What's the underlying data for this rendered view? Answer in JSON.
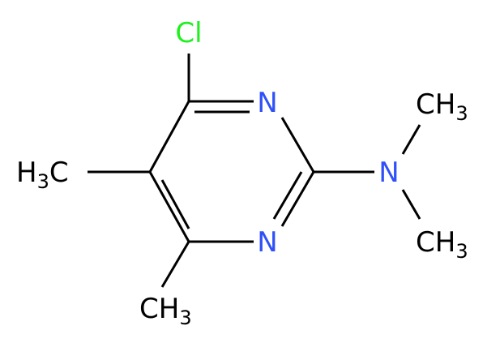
{
  "molecule": {
    "atoms": {
      "cl": "Cl",
      "n_top": "N",
      "n_bottom": "N",
      "n_amine": "N",
      "ch3_right_top_main": "CH",
      "ch3_right_top_sub": "3",
      "ch3_right_bottom_main": "CH",
      "ch3_right_bottom_sub": "3",
      "h3c_left_main": "H",
      "h3c_left_sub": "3",
      "h3c_left_tail": "C",
      "ch3_bottom_main": "CH",
      "ch3_bottom_sub": "3"
    },
    "colors": {
      "bond": "#000000",
      "carbon": "#000000",
      "nitrogen": "#3050F8",
      "chlorine": "#1FF01F"
    }
  }
}
